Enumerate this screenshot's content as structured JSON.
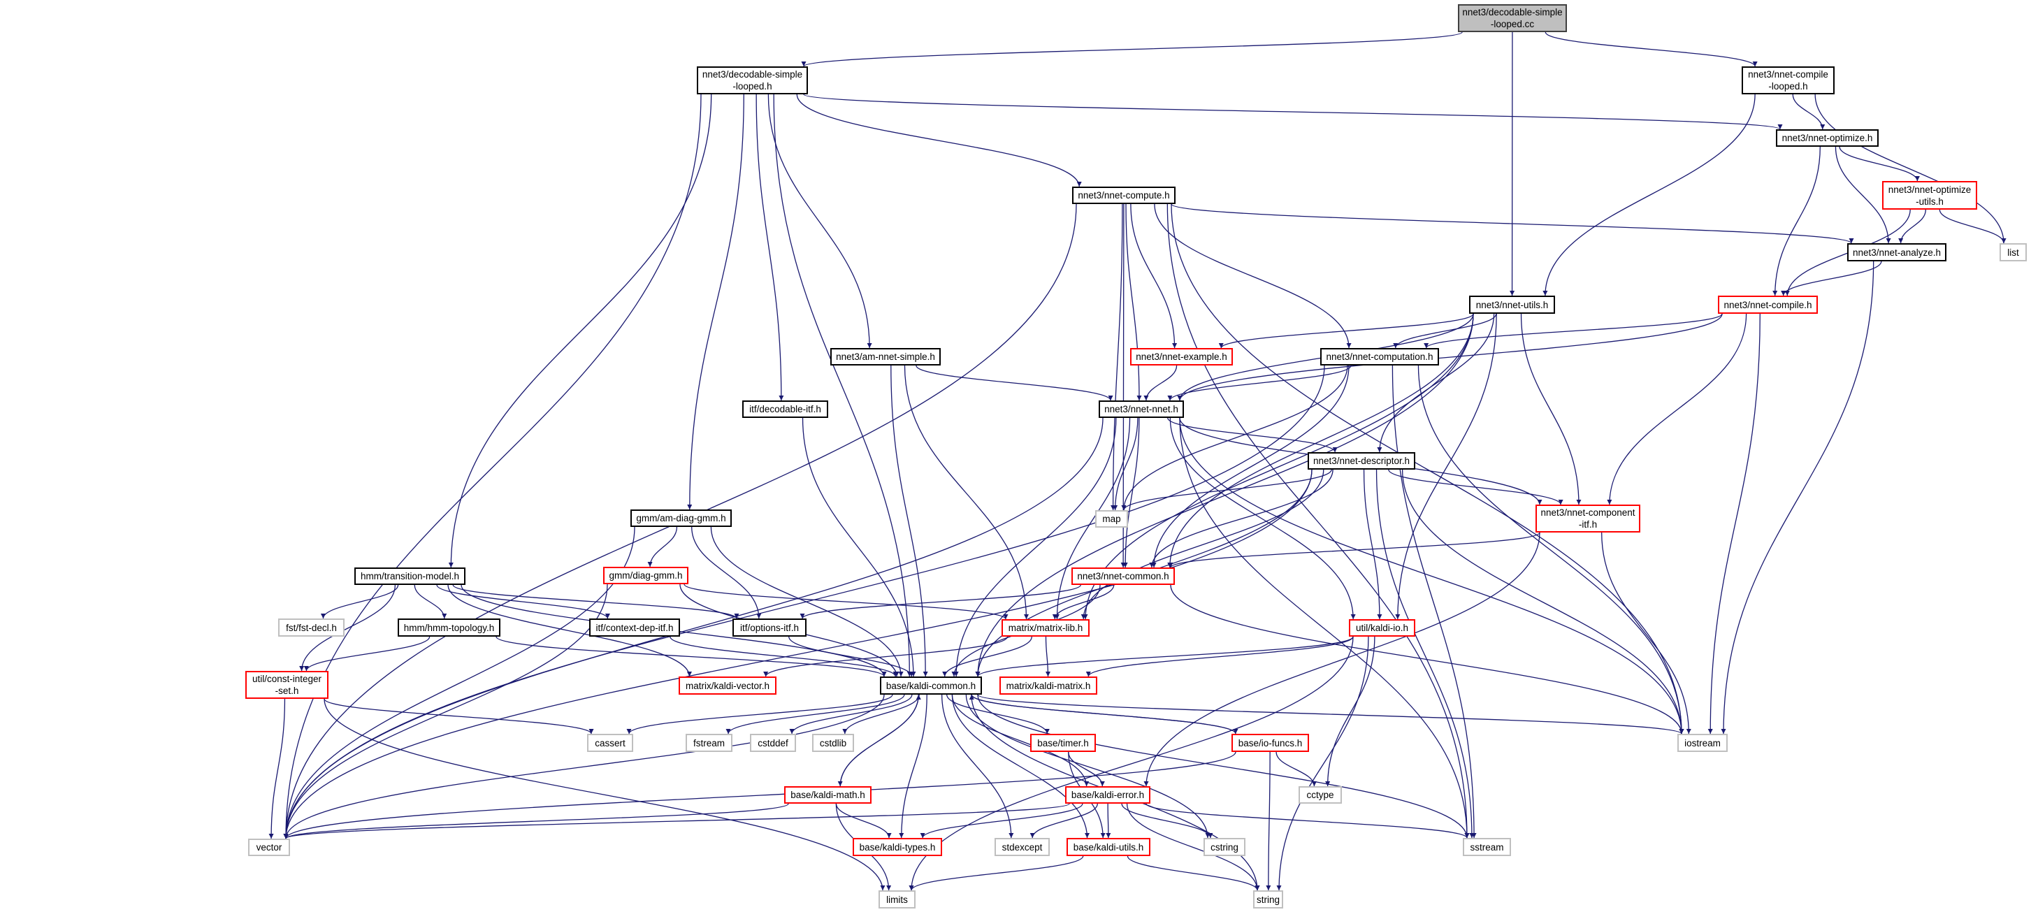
{
  "title": "nnet3/decodable-simple-looped.cc include dependency graph",
  "colors": {
    "edge": "#191970",
    "root_fill": "#bfbfbf",
    "truncated_border": "#ff0000",
    "system_border": "#bfbfbf",
    "file_border": "#000000"
  },
  "nodes": [
    {
      "id": "cc",
      "label": "nnet3/decodable-simple\n-looped.cc",
      "kind": "root"
    },
    {
      "id": "dslh",
      "label": "nnet3/decodable-simple\n-looped.h",
      "kind": "file"
    },
    {
      "id": "ncl",
      "label": "nnet3/nnet-compile\n-looped.h",
      "kind": "file"
    },
    {
      "id": "opt",
      "label": "nnet3/nnet-optimize.h",
      "kind": "file"
    },
    {
      "id": "optu",
      "label": "nnet3/nnet-optimize\n-utils.h",
      "kind": "truncated"
    },
    {
      "id": "list",
      "label": "list",
      "kind": "system"
    },
    {
      "id": "ana",
      "label": "nnet3/nnet-analyze.h",
      "kind": "file"
    },
    {
      "id": "compute",
      "label": "nnet3/nnet-compute.h",
      "kind": "file"
    },
    {
      "id": "utils",
      "label": "nnet3/nnet-utils.h",
      "kind": "file"
    },
    {
      "id": "compile",
      "label": "nnet3/nnet-compile.h",
      "kind": "truncated"
    },
    {
      "id": "example",
      "label": "nnet3/nnet-example.h",
      "kind": "truncated"
    },
    {
      "id": "computation",
      "label": "nnet3/nnet-computation.h",
      "kind": "file"
    },
    {
      "id": "amnnet",
      "label": "nnet3/am-nnet-simple.h",
      "kind": "file"
    },
    {
      "id": "decitf",
      "label": "itf/decodable-itf.h",
      "kind": "file"
    },
    {
      "id": "nnet",
      "label": "nnet3/nnet-nnet.h",
      "kind": "file"
    },
    {
      "id": "desc",
      "label": "nnet3/nnet-descriptor.h",
      "kind": "file"
    },
    {
      "id": "compitf",
      "label": "nnet3/nnet-component\n-itf.h",
      "kind": "truncated"
    },
    {
      "id": "map",
      "label": "map",
      "kind": "system"
    },
    {
      "id": "amdiag",
      "label": "gmm/am-diag-gmm.h",
      "kind": "file"
    },
    {
      "id": "common",
      "label": "nnet3/nnet-common.h",
      "kind": "truncated"
    },
    {
      "id": "tm",
      "label": "hmm/transition-model.h",
      "kind": "file"
    },
    {
      "id": "diag",
      "label": "gmm/diag-gmm.h",
      "kind": "truncated"
    },
    {
      "id": "fstdecl",
      "label": "fst/fst-decl.h",
      "kind": "system"
    },
    {
      "id": "hmmtopo",
      "label": "hmm/hmm-topology.h",
      "kind": "file"
    },
    {
      "id": "ctxdep",
      "label": "itf/context-dep-itf.h",
      "kind": "file"
    },
    {
      "id": "options",
      "label": "itf/options-itf.h",
      "kind": "file"
    },
    {
      "id": "matrixlib",
      "label": "matrix/matrix-lib.h",
      "kind": "truncated"
    },
    {
      "id": "kaldiio",
      "label": "util/kaldi-io.h",
      "kind": "truncated"
    },
    {
      "id": "cis",
      "label": "util/const-integer\n-set.h",
      "kind": "truncated"
    },
    {
      "id": "kvec",
      "label": "matrix/kaldi-vector.h",
      "kind": "truncated"
    },
    {
      "id": "kcommon",
      "label": "base/kaldi-common.h",
      "kind": "file"
    },
    {
      "id": "kmatrix",
      "label": "matrix/kaldi-matrix.h",
      "kind": "truncated"
    },
    {
      "id": "cassert",
      "label": "cassert",
      "kind": "system"
    },
    {
      "id": "fstream",
      "label": "fstream",
      "kind": "system"
    },
    {
      "id": "cstddef",
      "label": "cstddef",
      "kind": "system"
    },
    {
      "id": "cstdlib",
      "label": "cstdlib",
      "kind": "system"
    },
    {
      "id": "timer",
      "label": "base/timer.h",
      "kind": "truncated"
    },
    {
      "id": "iofuncs",
      "label": "base/io-funcs.h",
      "kind": "truncated"
    },
    {
      "id": "iostream",
      "label": "iostream",
      "kind": "system"
    },
    {
      "id": "kmath",
      "label": "base/kaldi-math.h",
      "kind": "truncated"
    },
    {
      "id": "kerror",
      "label": "base/kaldi-error.h",
      "kind": "truncated"
    },
    {
      "id": "cctype",
      "label": "cctype",
      "kind": "system"
    },
    {
      "id": "vector",
      "label": "vector",
      "kind": "system"
    },
    {
      "id": "ktypes",
      "label": "base/kaldi-types.h",
      "kind": "truncated"
    },
    {
      "id": "stdexcept",
      "label": "stdexcept",
      "kind": "system"
    },
    {
      "id": "kutils",
      "label": "base/kaldi-utils.h",
      "kind": "truncated"
    },
    {
      "id": "cstring",
      "label": "cstring",
      "kind": "system"
    },
    {
      "id": "sstream",
      "label": "sstream",
      "kind": "system"
    },
    {
      "id": "limits",
      "label": "limits",
      "kind": "system"
    },
    {
      "id": "string",
      "label": "string",
      "kind": "system"
    }
  ],
  "edges": [
    [
      "cc",
      "dslh"
    ],
    [
      "cc",
      "utils"
    ],
    [
      "cc",
      "ncl"
    ],
    [
      "dslh",
      "vector"
    ],
    [
      "dslh",
      "tm"
    ],
    [
      "dslh",
      "amdiag"
    ],
    [
      "dslh",
      "kcommon"
    ],
    [
      "dslh",
      "decitf"
    ],
    [
      "dslh",
      "amnnet"
    ],
    [
      "dslh",
      "compute"
    ],
    [
      "dslh",
      "opt"
    ],
    [
      "ncl",
      "utils"
    ],
    [
      "ncl",
      "opt"
    ],
    [
      "ncl",
      "list"
    ],
    [
      "opt",
      "compile"
    ],
    [
      "opt",
      "ana"
    ],
    [
      "opt",
      "optu"
    ],
    [
      "optu",
      "ana"
    ],
    [
      "optu",
      "list"
    ],
    [
      "optu",
      "compile"
    ],
    [
      "ana",
      "compile"
    ],
    [
      "ana",
      "iostream"
    ],
    [
      "compute",
      "vector"
    ],
    [
      "compute",
      "common"
    ],
    [
      "compute",
      "map"
    ],
    [
      "compute",
      "nnet"
    ],
    [
      "compute",
      "example"
    ],
    [
      "compute",
      "computation"
    ],
    [
      "compute",
      "ana"
    ],
    [
      "compute",
      "iostream"
    ],
    [
      "compute",
      "sstream"
    ],
    [
      "utils",
      "example"
    ],
    [
      "utils",
      "nnet"
    ],
    [
      "utils",
      "computation"
    ],
    [
      "utils",
      "desc"
    ],
    [
      "utils",
      "compitf"
    ],
    [
      "utils",
      "kaldiio"
    ],
    [
      "utils",
      "kcommon"
    ],
    [
      "utils",
      "matrixlib"
    ],
    [
      "utils",
      "common"
    ],
    [
      "compile",
      "computation"
    ],
    [
      "compile",
      "nnet"
    ],
    [
      "compile",
      "compitf"
    ],
    [
      "compile",
      "iostream"
    ],
    [
      "example",
      "nnet"
    ],
    [
      "computation",
      "nnet"
    ],
    [
      "computation",
      "vector"
    ],
    [
      "computation",
      "map"
    ],
    [
      "computation",
      "common"
    ],
    [
      "computation",
      "iostream"
    ],
    [
      "computation",
      "sstream"
    ],
    [
      "amnnet",
      "nnet"
    ],
    [
      "amnnet",
      "kcommon"
    ],
    [
      "amnnet",
      "matrixlib"
    ],
    [
      "decitf",
      "kcommon"
    ],
    [
      "nnet",
      "vector"
    ],
    [
      "nnet",
      "map"
    ],
    [
      "nnet",
      "common"
    ],
    [
      "nnet",
      "matrixlib"
    ],
    [
      "nnet",
      "kcommon"
    ],
    [
      "nnet",
      "desc"
    ],
    [
      "nnet",
      "compitf"
    ],
    [
      "nnet",
      "kaldiio"
    ],
    [
      "nnet",
      "iostream"
    ],
    [
      "nnet",
      "sstream"
    ],
    [
      "desc",
      "vector"
    ],
    [
      "desc",
      "map"
    ],
    [
      "desc",
      "common"
    ],
    [
      "desc",
      "matrixlib"
    ],
    [
      "desc",
      "kcommon"
    ],
    [
      "desc",
      "compitf"
    ],
    [
      "desc",
      "kaldiio"
    ],
    [
      "desc",
      "iostream"
    ],
    [
      "desc",
      "sstream"
    ],
    [
      "compitf",
      "common"
    ],
    [
      "compitf",
      "kerror"
    ],
    [
      "compitf",
      "iostream"
    ],
    [
      "common",
      "matrixlib"
    ],
    [
      "common",
      "kcommon"
    ],
    [
      "common",
      "options"
    ],
    [
      "common",
      "iostream"
    ],
    [
      "amdiag",
      "diag"
    ],
    [
      "amdiag",
      "options"
    ],
    [
      "amdiag",
      "kcommon"
    ],
    [
      "amdiag",
      "vector"
    ],
    [
      "diag",
      "vector"
    ],
    [
      "diag",
      "kcommon"
    ],
    [
      "diag",
      "matrixlib"
    ],
    [
      "tm",
      "fstdecl"
    ],
    [
      "tm",
      "hmmtopo"
    ],
    [
      "tm",
      "cis"
    ],
    [
      "tm",
      "options"
    ],
    [
      "tm",
      "ctxdep"
    ],
    [
      "tm",
      "kcommon"
    ],
    [
      "tm",
      "kvec"
    ],
    [
      "hmmtopo",
      "cis"
    ],
    [
      "hmmtopo",
      "kcommon"
    ],
    [
      "ctxdep",
      "kcommon"
    ],
    [
      "options",
      "kcommon"
    ],
    [
      "cis",
      "vector"
    ],
    [
      "cis",
      "cassert"
    ],
    [
      "cis",
      "limits"
    ],
    [
      "matrixlib",
      "kmatrix"
    ],
    [
      "matrixlib",
      "kcommon"
    ],
    [
      "matrixlib",
      "kvec"
    ],
    [
      "kaldiio",
      "kcommon"
    ],
    [
      "kaldiio",
      "kmatrix"
    ],
    [
      "kaldiio",
      "cctype"
    ],
    [
      "kaldiio",
      "limits"
    ],
    [
      "kaldiio",
      "string"
    ],
    [
      "kcommon",
      "cassert"
    ],
    [
      "kcommon",
      "fstream"
    ],
    [
      "kcommon",
      "cstddef"
    ],
    [
      "kcommon",
      "cstdlib"
    ],
    [
      "kcommon",
      "vector"
    ],
    [
      "kcommon",
      "kmath"
    ],
    [
      "kcommon",
      "ktypes"
    ],
    [
      "kcommon",
      "stdexcept"
    ],
    [
      "kcommon",
      "timer"
    ],
    [
      "kcommon",
      "kerror"
    ],
    [
      "kcommon",
      "kutils"
    ],
    [
      "kcommon",
      "iofuncs"
    ],
    [
      "kcommon",
      "cstring"
    ],
    [
      "kcommon",
      "sstream"
    ],
    [
      "kcommon",
      "string"
    ],
    [
      "kcommon",
      "iostream"
    ],
    [
      "kmath",
      "kcommon"
    ],
    [
      "kmath",
      "vector"
    ],
    [
      "kmath",
      "limits"
    ],
    [
      "kmath",
      "ktypes"
    ],
    [
      "timer",
      "kerror"
    ],
    [
      "timer",
      "kutils"
    ],
    [
      "iofuncs",
      "kcommon"
    ],
    [
      "iofuncs",
      "vector"
    ],
    [
      "iofuncs",
      "cctype"
    ],
    [
      "iofuncs",
      "string"
    ],
    [
      "kerror",
      "vector"
    ],
    [
      "kerror",
      "ktypes"
    ],
    [
      "kerror",
      "stdexcept"
    ],
    [
      "kerror",
      "kutils"
    ],
    [
      "kerror",
      "cstring"
    ],
    [
      "kerror",
      "sstream"
    ],
    [
      "kerror",
      "string"
    ],
    [
      "kutils",
      "limits"
    ],
    [
      "kutils",
      "string"
    ]
  ]
}
